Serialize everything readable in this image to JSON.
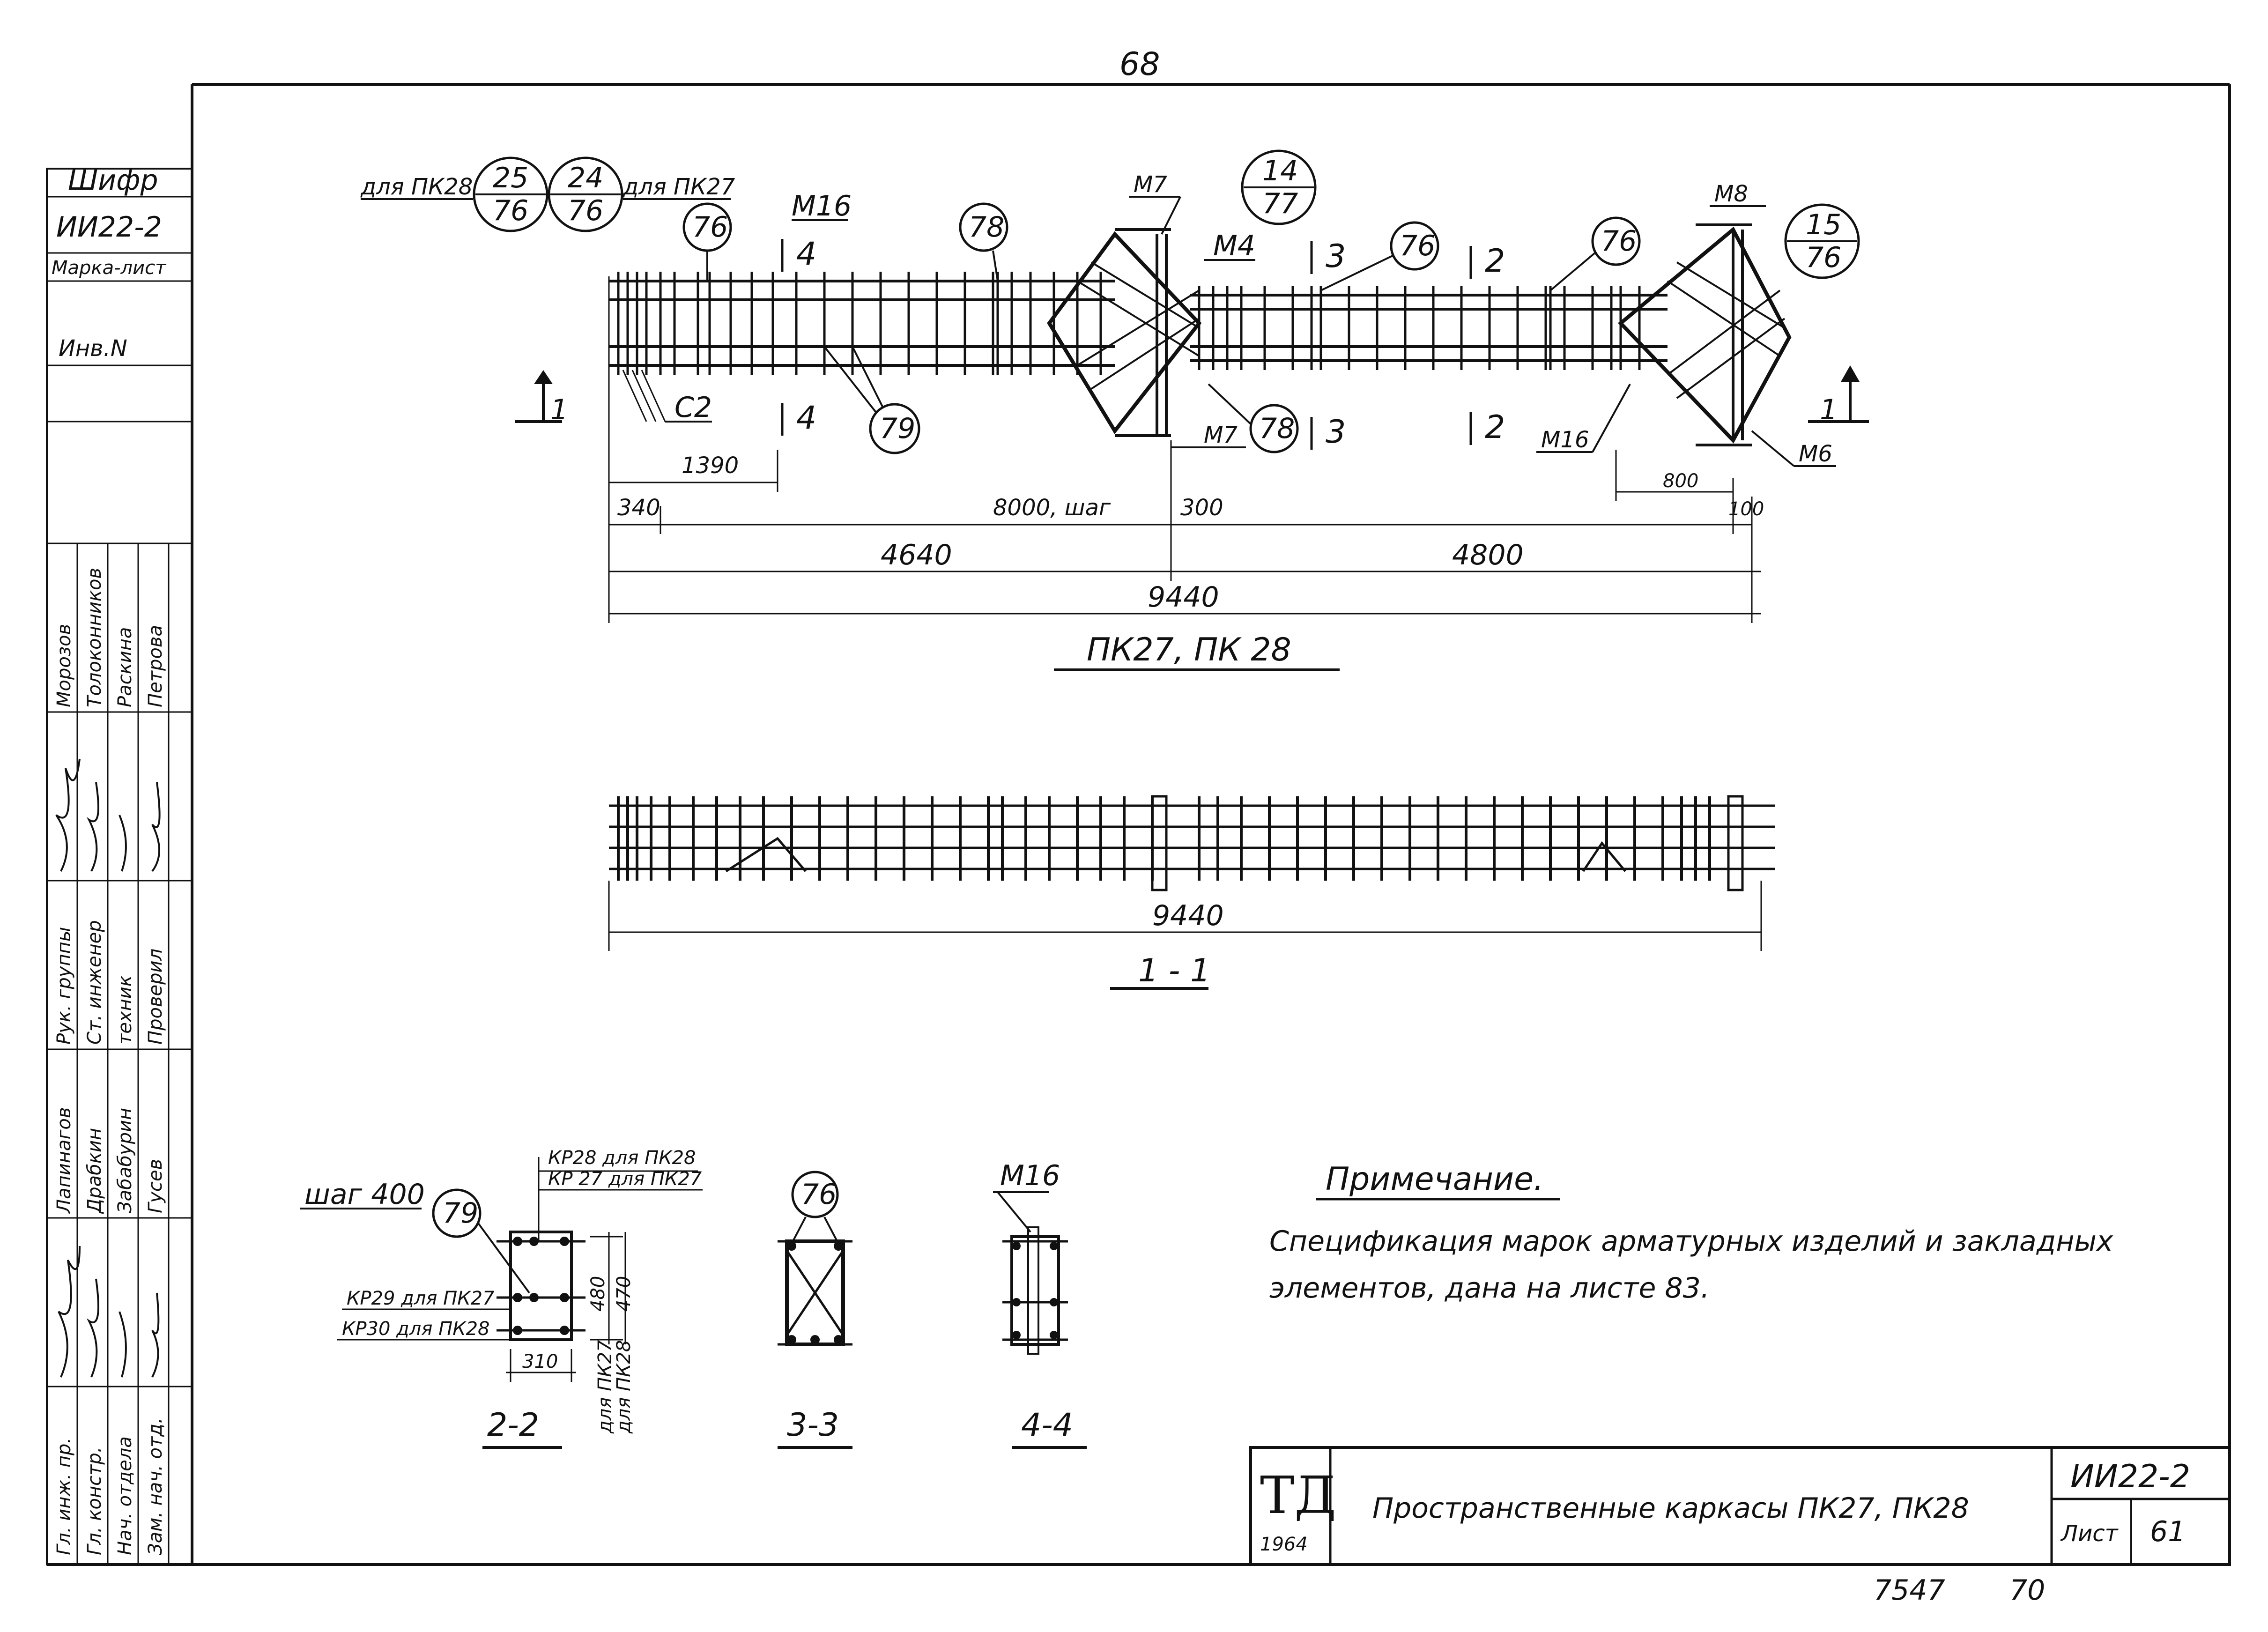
{
  "page_number": "68",
  "left_stamp": {
    "shifr_label": "Шифр",
    "shifr_value": "ИИ22-2",
    "marka_list_label": "Марка-лист",
    "inv_label": "Инв.N",
    "staff": [
      {
        "role": "Рук. группы",
        "name": "Морозов"
      },
      {
        "role": "Ст. инженер",
        "name": "Толоконников"
      },
      {
        "role": "техник",
        "name": "Раскина"
      },
      {
        "role": "Проверил",
        "name": "Петрова"
      },
      {
        "role": "Гл. инж. пр.",
        "name": "Лапинагов"
      },
      {
        "role": "Гл. констр.",
        "name": "Драбкин"
      },
      {
        "role": "Нач. отдела",
        "name": "Забабурин"
      },
      {
        "role": "Зам. нач. отд.",
        "name": "Гусев"
      }
    ]
  },
  "main_view": {
    "callouts_top_left": {
      "for_pk28": "для ПК28",
      "for_pk27": "для ПК27"
    },
    "bubbles": [
      {
        "top": "25",
        "bottom": "76"
      },
      {
        "top": "24",
        "bottom": "76"
      },
      {
        "top": "14",
        "bottom": "77"
      },
      {
        "top": "15",
        "bottom": "76"
      }
    ],
    "marks": [
      "76",
      "78",
      "76",
      "76",
      "79",
      "78"
    ],
    "labels": {
      "m16_a": "М16",
      "m7_top": "М7",
      "m4": "М4",
      "m8": "М8",
      "c2": "С2",
      "m7_bot": "М7",
      "m16_b": "М16",
      "m6": "М6"
    },
    "sections": {
      "s4_top": "4",
      "s4_bot": "4",
      "s3_top": "3",
      "s3_bot": "3",
      "s2_top": "2",
      "s2_bot": "2",
      "s1_left": "1",
      "s1_right": "1"
    },
    "dimensions": {
      "d1390": "1390",
      "d340": "340",
      "d8000": "8000, шаг",
      "d300": "300",
      "d800": "800",
      "d100": "100",
      "d4640": "4640",
      "d4800": "4800",
      "d9440": "9440"
    },
    "title": "ПК27,  ПК 28"
  },
  "section_1_1": {
    "length": "9440",
    "title": "1 - 1"
  },
  "section_2_2": {
    "step": "шаг 400",
    "mark": "79",
    "kr28": "КР28 для ПК28",
    "kr27": "КР 27 для ПК27",
    "kr29": "КР29 для ПК27",
    "kr30": "КР30 для ПК28",
    "w": "310",
    "h1": "480",
    "h2": "470",
    "for27": "для ПК27",
    "for28": "для ПК28",
    "title": "2-2"
  },
  "section_3_3": {
    "mark": "76",
    "title": "3-3"
  },
  "section_4_4": {
    "label": "М16",
    "title": "4-4"
  },
  "note": {
    "heading": "Примечание.",
    "line1": "Спецификация марок арматурных изделий и закладных",
    "line2": "элементов, дана  на листе  83."
  },
  "title_block": {
    "org": "ТД",
    "year": "1964",
    "title": "Пространственные каркасы ПК27, ПК28",
    "code": "ИИ22-2",
    "sheet_label": "Лист",
    "sheet_no": "61"
  },
  "bottom_numbers": {
    "n1": "7547",
    "n2": "70"
  }
}
